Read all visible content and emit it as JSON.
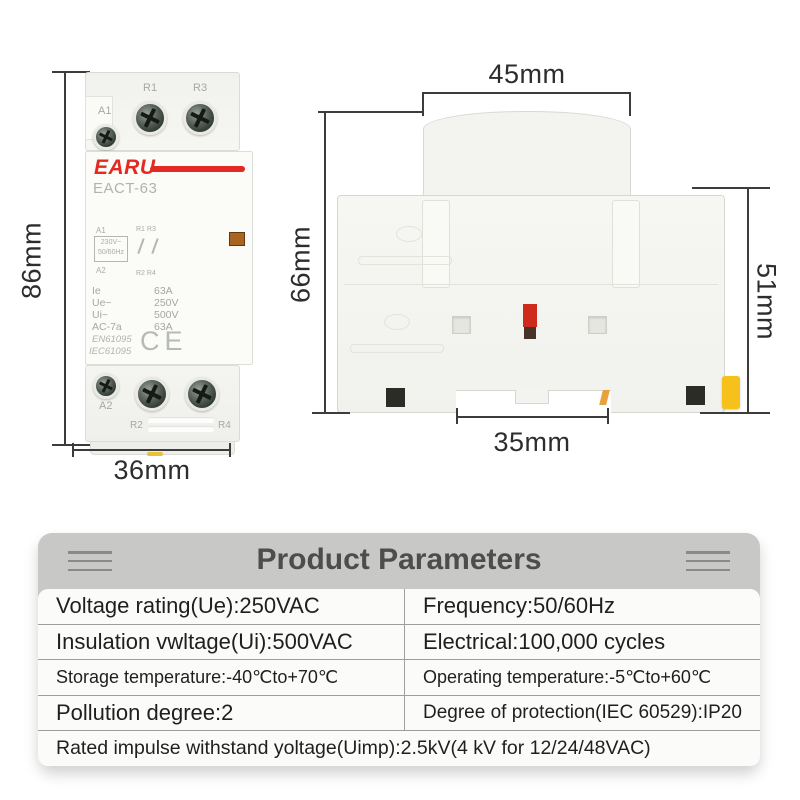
{
  "front_view": {
    "dim_height": "86mm",
    "dim_width": "36mm",
    "brand": "EARU",
    "model": "EACT-63",
    "terminals_top": {
      "a1": "A1",
      "r1": "R1",
      "r3": "R3"
    },
    "terminals_bottom": {
      "a2": "A2",
      "r2": "R2",
      "r4": "R4"
    },
    "label": {
      "diagram": {
        "a1": "A1",
        "a2": "A2",
        "coil_l1": "230V~",
        "coil_l2": "50/60Hz",
        "top_contacts": "R1 R3",
        "bottom_contacts": "R2 R4"
      },
      "specs": [
        {
          "k": "Ie",
          "v": "63A"
        },
        {
          "k": "Ue~",
          "v": "250V"
        },
        {
          "k": "Ui~",
          "v": "500V"
        },
        {
          "k": "AC-7a",
          "v": "63A"
        }
      ],
      "standards": {
        "s1": "EN61095",
        "s2": "IEC61095"
      },
      "ce_mark": "CE"
    }
  },
  "back_view": {
    "dim_top": "45mm",
    "dim_left": "66mm",
    "dim_right": "51mm",
    "dim_bottom": "35mm"
  },
  "table": {
    "title": "Product Parameters",
    "rows": [
      [
        "Voltage rating(Ue):250VAC",
        "Frequency:50/60Hz"
      ],
      [
        "Insulation vwltage(Ui):500VAC",
        "Electrical:100,000 cycles"
      ],
      [
        "Storage temperature:-40℃to+70℃",
        "Operating temperature:-5℃to+60℃"
      ],
      [
        "Pollution degree:2",
        "Degree of protection(IEC 60529):IP20"
      ]
    ],
    "footer_row": "Rated impulse withstand yoltage(Uimp):2.5kV(4 kV for 12/24/48VAC)"
  },
  "colors": {
    "brand_red": "#e32a22",
    "clip_red": "#ce2b1d",
    "clip_yellow": "#f6c11a",
    "header_gray": "#c8c8c7"
  }
}
